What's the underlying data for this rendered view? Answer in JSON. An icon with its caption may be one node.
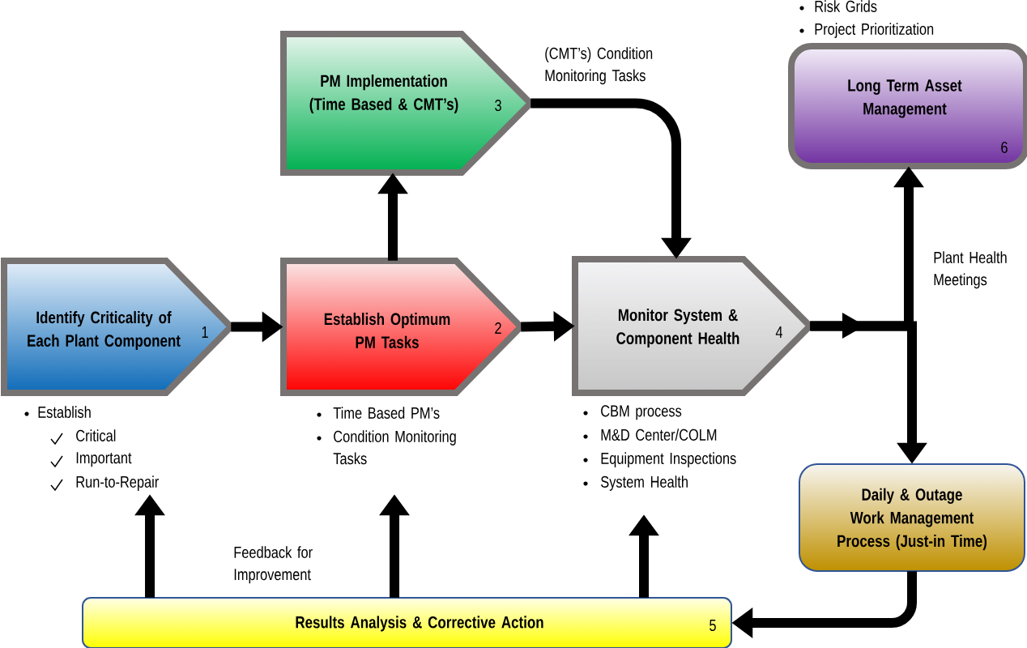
{
  "diagram": {
    "nodes": [
      {
        "text": [
          "Identify Criticality of Each Plant Component",
          "1"
        ],
        "beside": [
          "Establish",
          "Critical",
          "Important",
          "Run-to-Repair"
        ]
      },
      {
        "text": [
          "Establish Optimum PM Tasks",
          "2"
        ],
        "beside": [
          "Time Based PM’s",
          "Condition Monitoring Tasks"
        ]
      },
      {
        "text": [
          "PM Implementation (Time Based & CMT’s)",
          "3"
        ]
      },
      {
        "text": [
          "Monitor System & Component Health",
          "4"
        ],
        "beside": [
          "CBM process",
          "M&D Center/COLM",
          "Equipment Inspections",
          "System Health"
        ]
      },
      {
        "text": [
          "Results Analysis & Corrective Action",
          "5"
        ]
      },
      {
        "text": [
          "Long Term Asset Management",
          "6"
        ],
        "beside": [
          "Risk Grids",
          "Project Prioritization"
        ]
      },
      {
        "text": [
          "Daily & Outage Work Management Process (Just-in Time)"
        ]
      }
    ],
    "edges": [
      {
        "from": 0,
        "to": 1,
        "arrow": "to"
      },
      {
        "from": 1,
        "to": 3,
        "arrow": "to"
      },
      {
        "from": 1,
        "to": 2,
        "arrow": "to"
      },
      {
        "from": 2,
        "to": 3,
        "arrow": "to",
        "label": "(CMT’s) Condition Monitoring Tasks"
      },
      {
        "from": 3,
        "to": 5,
        "arrow": "to"
      },
      {
        "from": 3,
        "to": 6,
        "arrow": "to"
      },
      {
        "from": 6,
        "to": 4,
        "arrow": "to"
      },
      {
        "from": 4,
        "to": 0,
        "arrow": "to"
      },
      {
        "from": 4,
        "to": 1,
        "arrow": "to"
      },
      {
        "from": 4,
        "to": 3,
        "arrow": "to"
      }
    ],
    "labels": [
      "Feedback for Improvement",
      "Plant Health Meetings"
    ]
  }
}
